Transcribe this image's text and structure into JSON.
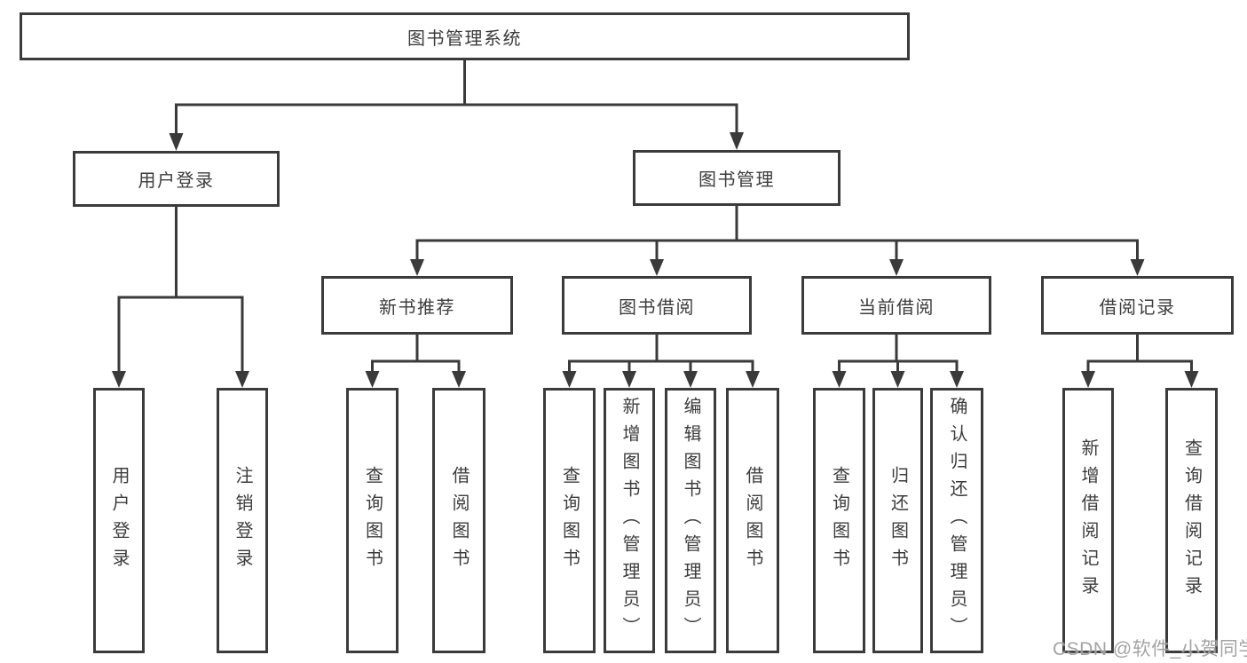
{
  "tree": {
    "root": "图书管理系统",
    "user_login": {
      "label": "用户登录",
      "children": {
        "login": "用户登录",
        "logout": "注销登录"
      }
    },
    "book_management": {
      "label": "图书管理",
      "sections": {
        "new_book_recommend": {
          "label": "新书推荐",
          "children": {
            "query_books": "查询图书",
            "borrow_books": "借阅图书"
          }
        },
        "book_borrow": {
          "label": "图书借阅",
          "children": {
            "query_books": "查询图书",
            "add_books_admin": "新增图书（管理员）",
            "edit_books_admin": "编辑图书（管理员）",
            "borrow_books": "借阅图书"
          }
        },
        "current_borrow": {
          "label": "当前借阅",
          "children": {
            "query_books": "查询图书",
            "return_books": "归还图书",
            "confirm_return_admin": "确认归还（管理员）"
          }
        },
        "borrow_records": {
          "label": "借阅记录",
          "children": {
            "add_borrow_record": "新增借阅记录",
            "query_borrow_record": "查询借阅记录"
          }
        }
      }
    }
  },
  "watermark": {
    "text": "CSDN @软件_小贺同学"
  },
  "colors": {
    "line": "#3a3a3a",
    "box_border": "#3b3b3b",
    "text": "#3c3c3c",
    "watermark": "#9e9e9e",
    "background": "#ffffff"
  }
}
